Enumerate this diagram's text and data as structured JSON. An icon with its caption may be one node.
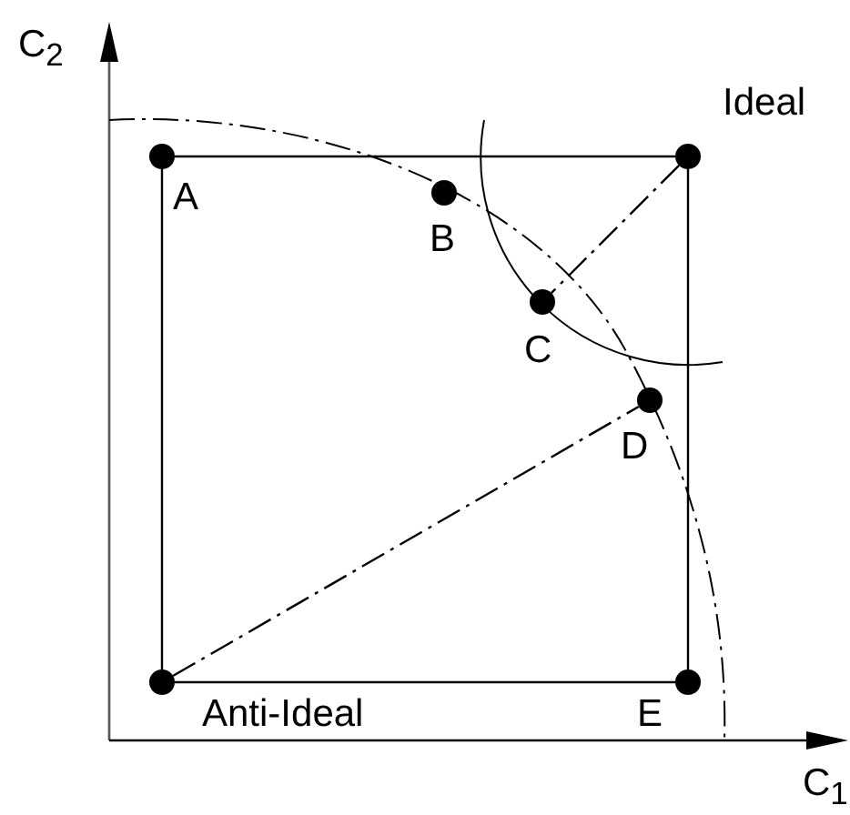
{
  "diagram": {
    "nodes": [
      {
        "text": [
          "Ideal"
        ]
      },
      {
        "text": [
          "A"
        ]
      },
      {
        "text": [
          "B"
        ]
      },
      {
        "text": [
          "C"
        ]
      },
      {
        "text": [
          "D"
        ]
      },
      {
        "text": [
          "Anti-Ideal"
        ]
      },
      {
        "text": [
          "E"
        ]
      }
    ],
    "edges": [
      {
        "from": 1,
        "to": 0,
        "arrow": "none"
      },
      {
        "from": 1,
        "to": 5,
        "arrow": "none"
      },
      {
        "from": 5,
        "to": 6,
        "arrow": "none"
      },
      {
        "from": 6,
        "to": 0,
        "arrow": "none"
      },
      {
        "from": 0,
        "to": 3,
        "arrow": "none",
        "style": "dashed"
      },
      {
        "from": 5,
        "to": 4,
        "arrow": "none",
        "style": "dashed"
      }
    ],
    "labels": [
      "C$_{2}$",
      "C$_{1}$"
    ]
  }
}
